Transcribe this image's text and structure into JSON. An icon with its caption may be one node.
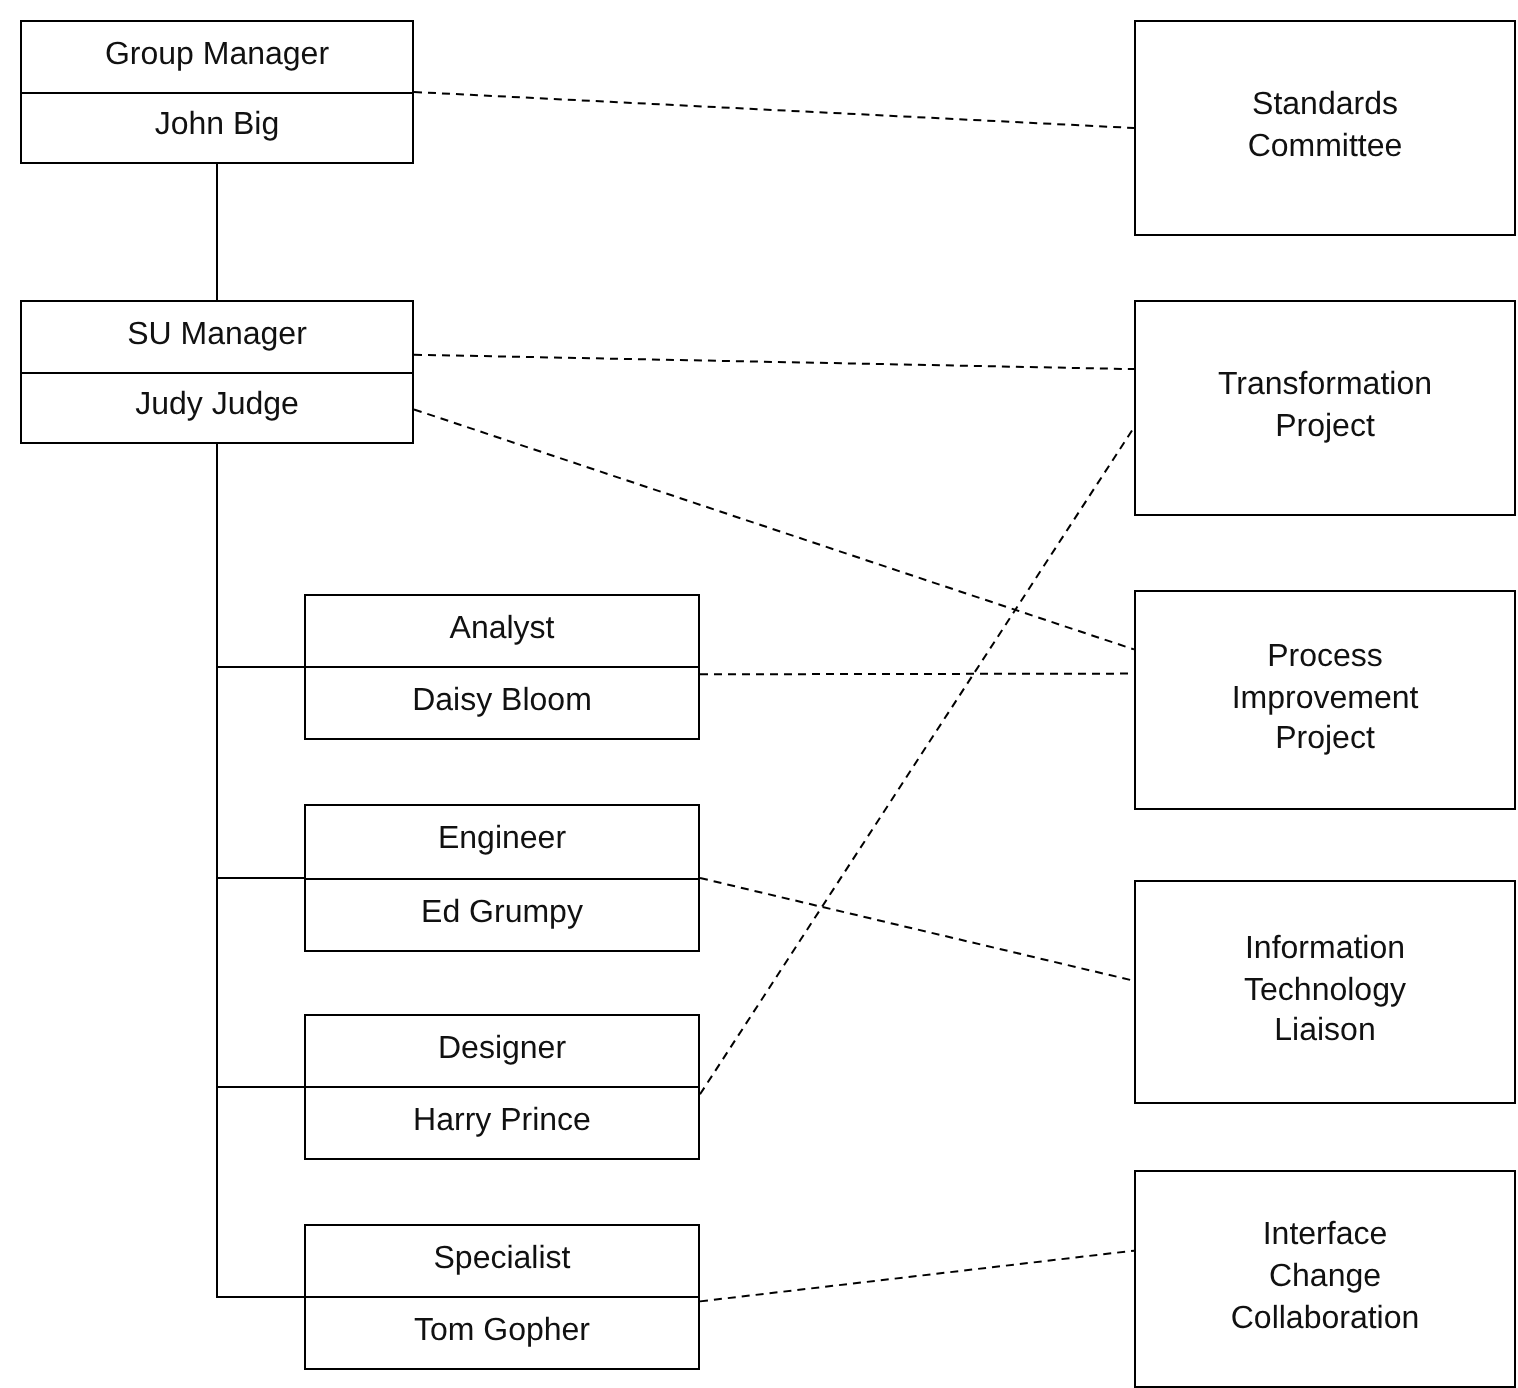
{
  "diagram": {
    "nodes": [
      {
        "text": [
          "Group Manager",
          "John Big"
        ]
      },
      {
        "text": [
          "SU Manager",
          "Judy Judge"
        ]
      },
      {
        "text": [
          "Analyst",
          "Daisy Bloom"
        ]
      },
      {
        "text": [
          "Engineer",
          "Ed Grumpy"
        ]
      },
      {
        "text": [
          "Designer",
          "Harry Prince"
        ]
      },
      {
        "text": [
          "Specialist",
          "Tom Gopher"
        ]
      },
      {
        "text": [
          "Standards Committee"
        ]
      },
      {
        "text": [
          "Transformation Project"
        ]
      },
      {
        "text": [
          "Process Improvement Project"
        ]
      },
      {
        "text": [
          "Information Technology Liaison"
        ]
      },
      {
        "text": [
          "Interface Change Collaboration"
        ]
      }
    ],
    "edges": [
      {
        "from": 0,
        "to": 1,
        "arrow": "none"
      },
      {
        "from": 1,
        "to": 2,
        "arrow": "none"
      },
      {
        "from": 1,
        "to": 3,
        "arrow": "none"
      },
      {
        "from": 1,
        "to": 4,
        "arrow": "none"
      },
      {
        "from": 1,
        "to": 5,
        "arrow": "none"
      },
      {
        "from": 0,
        "to": 6,
        "arrow": "none",
        "style": "dashed"
      },
      {
        "from": 1,
        "to": 7,
        "arrow": "none",
        "style": "dashed"
      },
      {
        "from": 1,
        "to": 8,
        "arrow": "none",
        "style": "dashed"
      },
      {
        "from": 2,
        "to": 8,
        "arrow": "none",
        "style": "dashed"
      },
      {
        "from": 3,
        "to": 9,
        "arrow": "none",
        "style": "dashed"
      },
      {
        "from": 4,
        "to": 7,
        "arrow": "none",
        "style": "dashed"
      },
      {
        "from": 5,
        "to": 10,
        "arrow": "none",
        "style": "dashed"
      }
    ]
  }
}
